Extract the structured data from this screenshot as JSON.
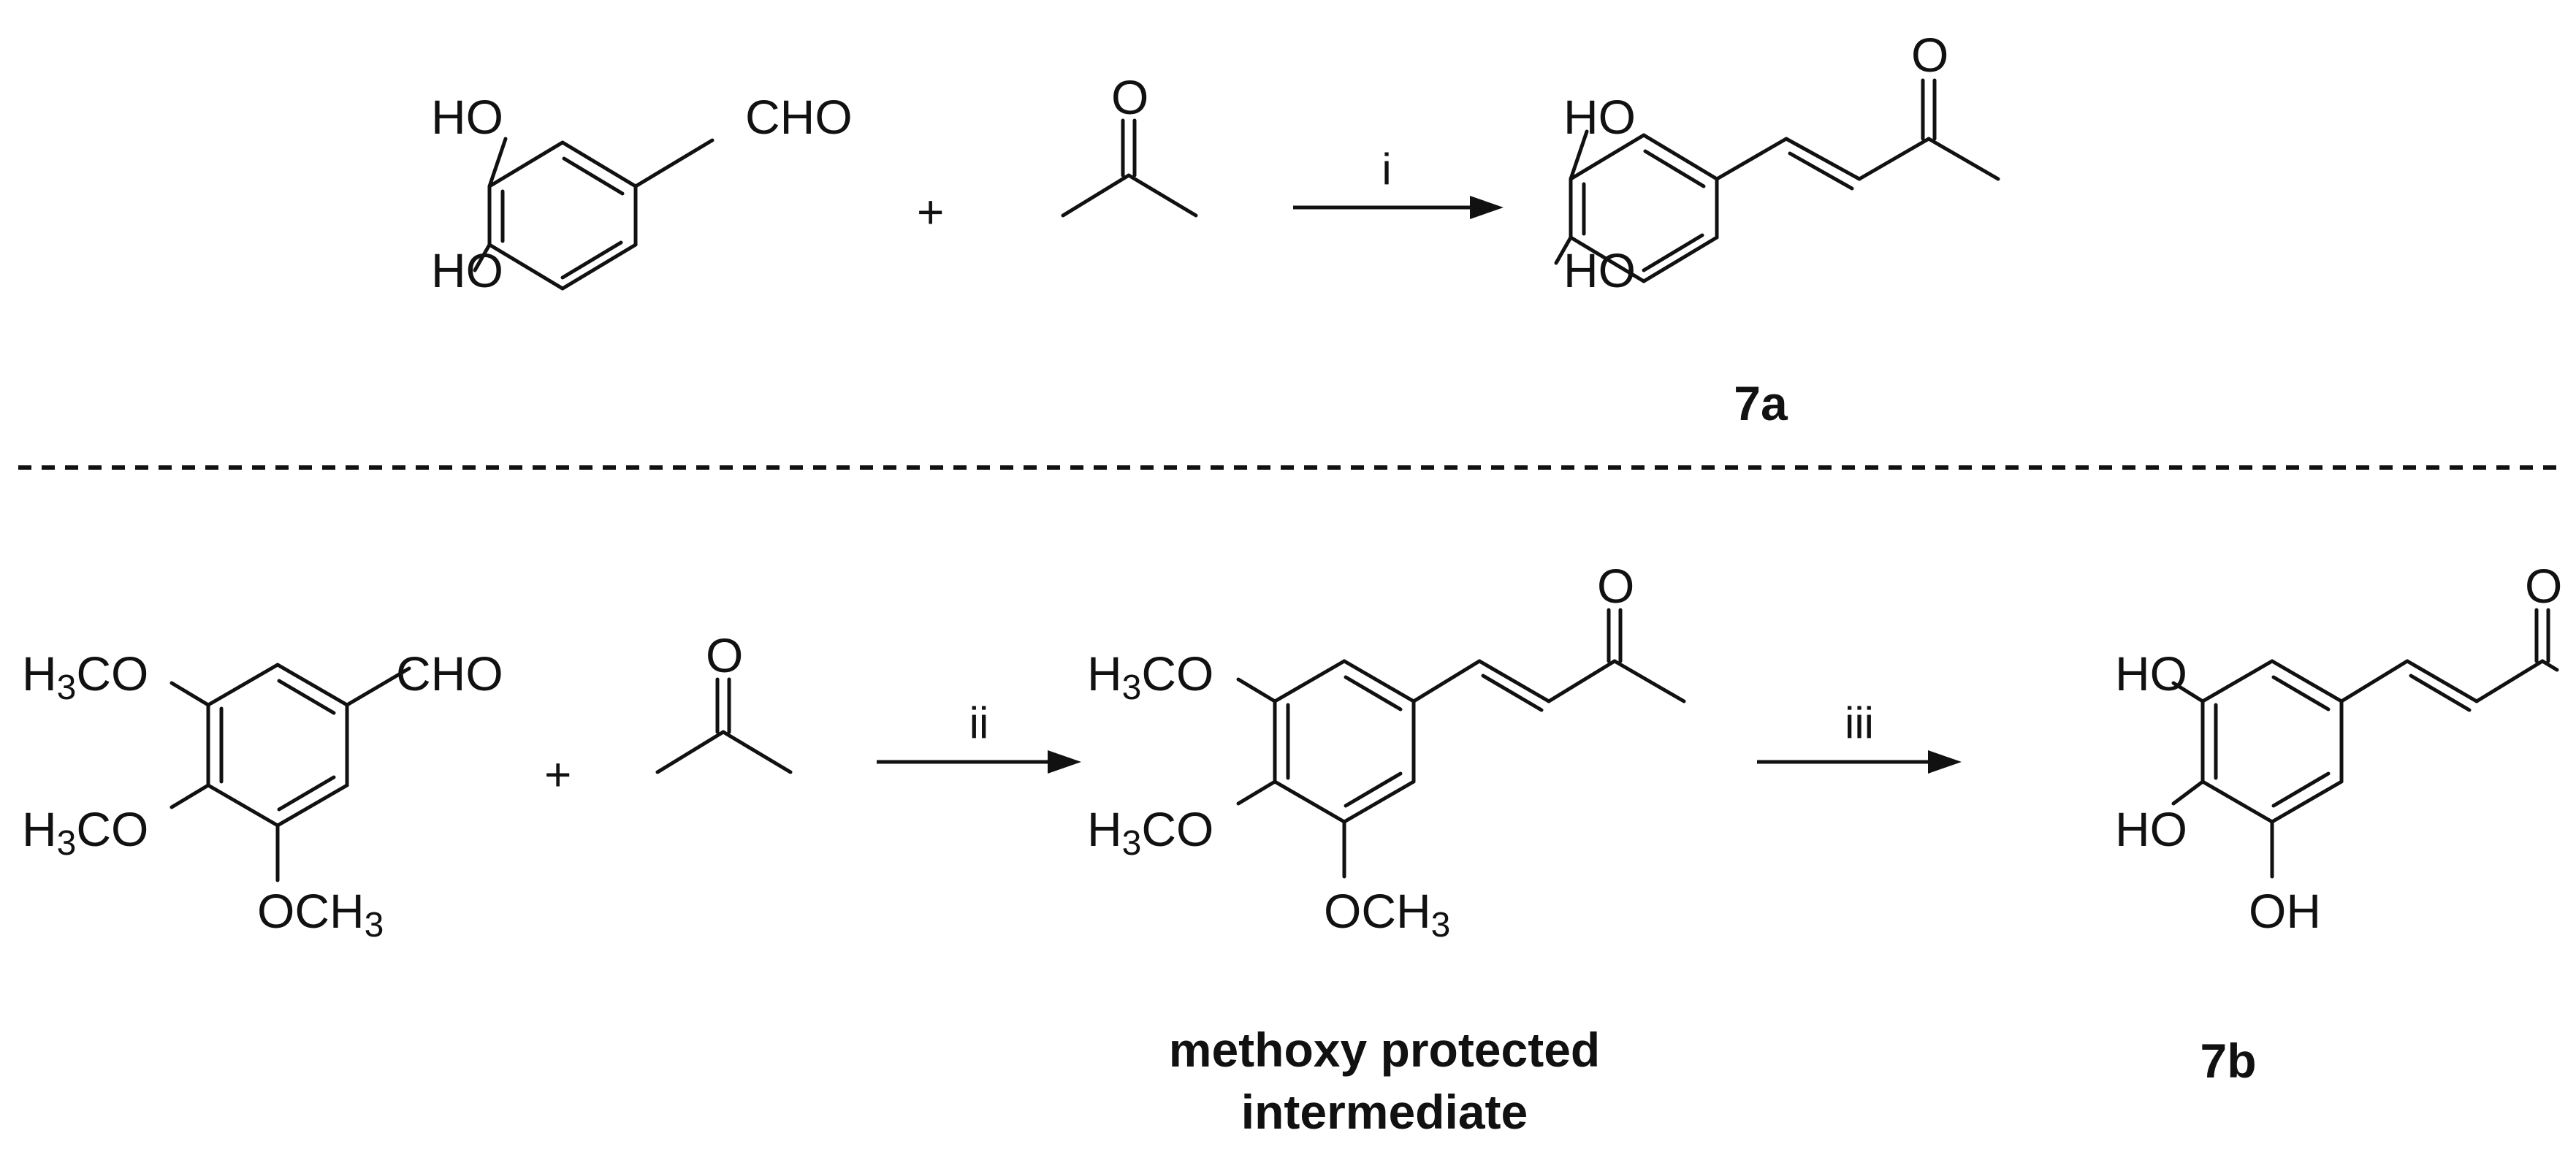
{
  "scheme": {
    "top": {
      "reactant1_groups": {
        "oh_top": "HO",
        "oh_bottom": "HO",
        "aldehyde": "CHO"
      },
      "plus": "+",
      "acetone_oxygen": "O",
      "reagent": "i",
      "product_groups": {
        "oh_top": "HO",
        "oh_bottom": "HO",
        "ketone_oxygen": "O"
      },
      "product_label": "7a"
    },
    "bottom": {
      "reactant1_groups": {
        "methoxy_top": "H3CO",
        "methoxy_mid": "H3CO",
        "methoxy_bottom": "OCH3",
        "aldehyde": "CHO"
      },
      "plus": "+",
      "acetone_oxygen": "O",
      "reagent_1": "ii",
      "intermediate_groups": {
        "methoxy_top": "H3CO",
        "methoxy_mid": "H3CO",
        "methoxy_bottom": "OCH3",
        "ketone_oxygen": "O"
      },
      "intermediate_label_line1": "methoxy protected",
      "intermediate_label_line2": "intermediate",
      "reagent_2": "iii",
      "product_groups": {
        "oh_top": "HO",
        "oh_mid": "HO",
        "oh_bottom": "OH",
        "ketone_oxygen": "O"
      },
      "product_label": "7b"
    }
  }
}
